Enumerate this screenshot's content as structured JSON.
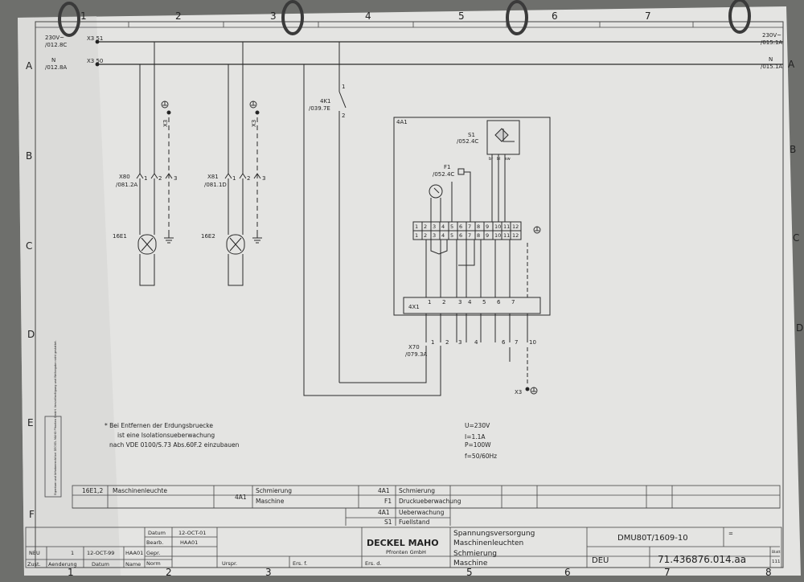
{
  "columns": [
    "1",
    "2",
    "3",
    "4",
    "5",
    "6",
    "7",
    "8"
  ],
  "rows": [
    "A",
    "B",
    "C",
    "D",
    "E",
    "F"
  ],
  "rails": {
    "top_left": "230V~",
    "top_left_ref": "/012.8C",
    "top_right": "230V~",
    "top_right_ref": "/015.1A",
    "neutral_left": "N",
    "neutral_left_ref": "/012.8A",
    "neutral_right": "N",
    "neutral_right_ref": "/015.1A",
    "term_top": "X3 51",
    "term_neutral": "X3 50"
  },
  "lamps": [
    {
      "plug": "X80",
      "plug_ref": "/081.2A",
      "terminal": "X3",
      "name": "16E1",
      "pins": [
        "1",
        "2",
        "3"
      ]
    },
    {
      "plug": "X81",
      "plug_ref": "/081.1D",
      "terminal": "X3",
      "name": "16E2",
      "pins": [
        "1",
        "2",
        "3"
      ]
    }
  ],
  "relay": {
    "name": "4K1",
    "ref": "/039.7E",
    "pin1": "1",
    "pin2": "2"
  },
  "unit": {
    "name": "4A1",
    "switch": "S1",
    "switch_ref": "/052.4C",
    "fuse": "F1",
    "fuse_ref": "/052.4C",
    "switch_pins": [
      "br",
      "bl",
      "sw"
    ],
    "block_top": [
      "1",
      "2",
      "3",
      "4",
      "5",
      "6",
      "7",
      "8",
      "9",
      "10",
      "11",
      "12"
    ],
    "block_bottom": [
      "1",
      "2",
      "3",
      "4",
      "5",
      "6",
      "7",
      "8",
      "9",
      "10",
      "11",
      "12"
    ],
    "terminal": "4X1",
    "terminal_pins": [
      "1",
      "2",
      "3",
      "4",
      "5",
      "6",
      "7"
    ]
  },
  "connector": {
    "name": "X70",
    "ref": "/079.3A",
    "pins": [
      "1",
      "2",
      "3",
      "4",
      "6",
      "7",
      "10"
    ]
  },
  "earth_terminal": "X3",
  "note_lines": [
    "* Bei Entfernen der Erdungsbruecke",
    "ist eine Isolationsueberwachung",
    "nach VDE 0100/S.73 Abs.60F.2 einzubauen"
  ],
  "ratings": [
    "U=230V",
    "I=1.1A",
    "P=100W",
    "f=50/60Hz"
  ],
  "side_note": "Eigentum und Urheberrecht bei DECKEL MAHO Pfronten GmbH. Vervielfaeltigung und Weitergabe nicht gestattet.",
  "legend": [
    {
      "code": "16E1,2",
      "desc": "Maschinenleuchte"
    },
    {
      "code": "4A1",
      "desc": "Schmierung",
      "desc2": "Maschine"
    },
    {
      "code": "4A1",
      "desc": "Schmierung"
    },
    {
      "code": "F1",
      "desc": "Druckueberwachung"
    },
    {
      "code": "4A1",
      "desc": "Ueberwachung"
    },
    {
      "code": "S1",
      "desc": "Fuellstand"
    }
  ],
  "title_block": {
    "lbl_datum": "Datum",
    "date_val": "12-OCT-01",
    "lbl_bearb": "Bearb.",
    "bearb_val": "HAA01",
    "lbl_gepr": "Gepr.",
    "lbl_norm": "Norm",
    "rev_label": "NEU",
    "rev_no": "1",
    "rev_date": "12-OCT-99",
    "rev_by": "HAA01",
    "col_zust": "Zust.",
    "col_aenderung": "Aenderung",
    "col_datum": "Datum",
    "col_name": "Name",
    "lbl_urspr": "Urspr.",
    "lbl_ers_f": "Ers. f.",
    "lbl_ers_d": "Ers. d.",
    "company": "DECKEL MAHO",
    "company_sub": "Pfronten GmbH",
    "title_lines": [
      "Spannungsversorgung",
      "Maschinenleuchten",
      "Schmierung",
      "Maschine"
    ],
    "machine": "DMU80T/1609-10",
    "lang": "DEU",
    "drawing_no": "71.436876.014.aa",
    "sheet_label": "Blatt",
    "sheet_no": "111",
    "plus": "="
  },
  "colors": {
    "paper": "#e5e5e3",
    "line": "#2a2a2a",
    "bg": "#6e6f6c"
  }
}
